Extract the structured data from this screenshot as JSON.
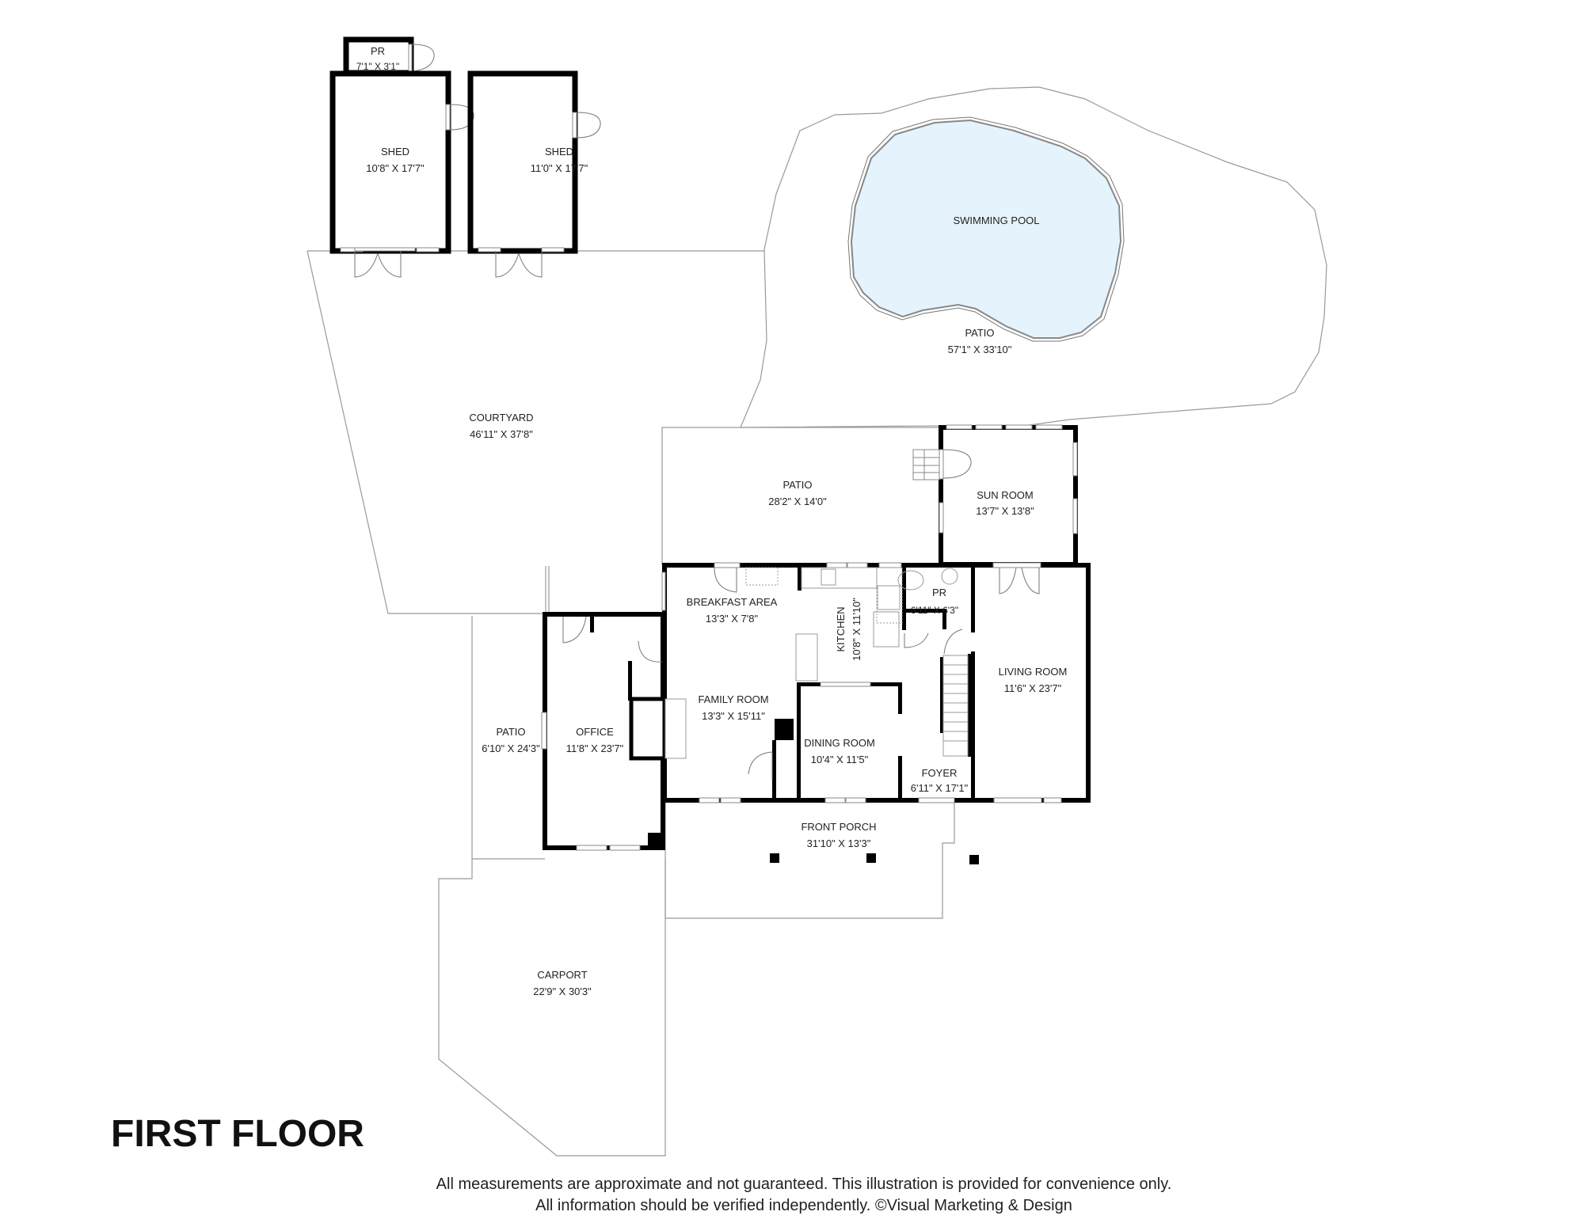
{
  "floor_title": "FIRST FLOOR",
  "disclaimer": {
    "line1": "All measurements are approximate and not guaranteed. This illustration is provided for convenience only.",
    "line2": "All information should be verified independently. ©Visual Marketing & Design"
  },
  "colors": {
    "pool_fill": "#E5F3FD",
    "wall": "#000000",
    "outline": "#999999",
    "label": "#222222"
  },
  "rooms": {
    "pr_shed": {
      "name": "PR",
      "dims": "7'1\" X 3'1\""
    },
    "shed_1": {
      "name": "SHED",
      "dims": "10'8\" X 17'7\""
    },
    "shed_2": {
      "name": "SHED",
      "dims": "11'0\" X 17'7\""
    },
    "swimming_pool": {
      "name": "SWIMMING POOL"
    },
    "pool_patio": {
      "name": "PATIO",
      "dims": "57'1\" X 33'10\""
    },
    "courtyard": {
      "name": "COURTYARD",
      "dims": "46'11\" X 37'8\""
    },
    "rear_patio": {
      "name": "PATIO",
      "dims": "28'2\" X 14'0\""
    },
    "sun_room": {
      "name": "SUN ROOM",
      "dims": "13'7\" X 13'8\""
    },
    "breakfast_area": {
      "name": "BREAKFAST AREA",
      "dims": "13'3\" X 7'8\""
    },
    "kitchen": {
      "name": "KITCHEN",
      "dims": "10'8\" X 11'10\""
    },
    "pr_house": {
      "name": "PR",
      "dims": "6'11\" X 6'3\""
    },
    "living_room": {
      "name": "LIVING ROOM",
      "dims": "11'6\" X 23'7\""
    },
    "family_room": {
      "name": "FAMILY ROOM",
      "dims": "13'3\" X 15'11\""
    },
    "dining_room": {
      "name": "DINING ROOM",
      "dims": "10'4\" X 11'5\""
    },
    "foyer": {
      "name": "FOYER",
      "dims": "6'11\" X 17'1\""
    },
    "office": {
      "name": "OFFICE",
      "dims": "11'8\" X 23'7\""
    },
    "side_patio": {
      "name": "PATIO",
      "dims": "6'10\" X 24'3\""
    },
    "front_porch": {
      "name": "FRONT PORCH",
      "dims": "31'10\" X 13'3\""
    },
    "carport": {
      "name": "CARPORT",
      "dims": "22'9\" X 30'3\""
    }
  }
}
